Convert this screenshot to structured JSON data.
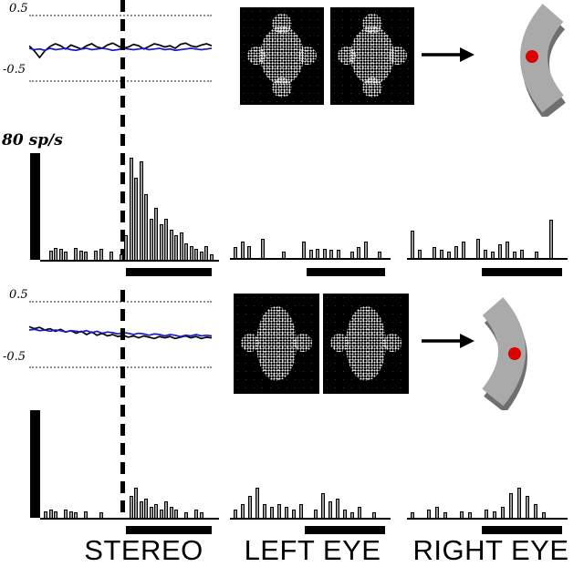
{
  "figure": {
    "scale_bar_label": "80 sp/s",
    "condition_labels": [
      "STEREO",
      "LEFT EYE",
      "RIGHT EYE"
    ],
    "colors": {
      "trace_black": "#000000",
      "trace_blue": "#1a1acd",
      "bar_fill": "#9a9a9a",
      "surface_gray": "#aaaaaa",
      "surface_edge_gray": "#6f6f6f",
      "fixation_dot_red": "#dd0000"
    }
  },
  "chart_data": [
    {
      "id": "eye_trace_top",
      "type": "line",
      "panel": "top",
      "ylim": [
        -0.5,
        0.5
      ],
      "ytick_labels": [
        "0.5",
        "-0.5"
      ],
      "grid": "dotted horizontal lines at +0.5 and -0.5",
      "onset_marker": "thick vertical dashed line",
      "series": [
        {
          "name": "eye-position-black",
          "color": "#000000",
          "values": [
            0.02,
            -0.06,
            -0.16,
            -0.06,
            0.01,
            0.05,
            0.02,
            -0.03,
            0.03,
            0.0,
            -0.03,
            0.02,
            0.05,
            0.0,
            -0.02,
            0.03,
            0.06,
            0.02,
            -0.02,
            0.0,
            0.04,
            0.02,
            -0.03,
            0.01,
            0.05,
            0.03,
            0.0,
            0.02,
            -0.02,
            0.04,
            0.06,
            0.02,
            0.0,
            0.03,
            0.05,
            0.02
          ]
        },
        {
          "name": "eye-position-blue",
          "color": "#1a1acd",
          "values": [
            -0.02,
            -0.04,
            -0.03,
            -0.05,
            -0.02,
            -0.04,
            -0.03,
            -0.02,
            -0.04,
            -0.05,
            -0.03,
            -0.02,
            -0.04,
            -0.03,
            -0.02,
            -0.03,
            -0.05,
            -0.04,
            -0.02,
            -0.03,
            -0.04,
            -0.03,
            -0.02,
            -0.04,
            -0.03,
            -0.02,
            -0.04,
            -0.03,
            -0.05,
            -0.04,
            -0.03,
            -0.02,
            -0.03,
            -0.04,
            -0.03,
            -0.02
          ]
        }
      ]
    },
    {
      "id": "psth_stereo_top",
      "type": "bar",
      "condition": "STEREO",
      "panel": "top",
      "unit": "sp/s",
      "scale_bar_value": 80,
      "values": [
        0,
        7,
        9,
        8,
        6,
        0,
        9,
        7,
        6,
        0,
        7,
        8,
        0,
        6,
        0,
        4,
        18,
        75,
        60,
        72,
        48,
        30,
        38,
        26,
        30,
        22,
        18,
        20,
        12,
        10,
        8,
        6,
        10,
        4
      ]
    },
    {
      "id": "psth_left_eye_top",
      "type": "bar",
      "condition": "LEFT EYE",
      "panel": "top",
      "unit": "sp/s",
      "values": [
        8,
        12,
        9,
        0,
        14,
        0,
        0,
        5,
        0,
        0,
        12,
        6,
        7,
        7,
        6,
        6,
        0,
        5,
        8,
        12,
        0,
        5
      ]
    },
    {
      "id": "psth_right_eye_top",
      "type": "bar",
      "condition": "RIGHT EYE",
      "panel": "top",
      "unit": "sp/s",
      "values": [
        20,
        6,
        0,
        8,
        6,
        5,
        9,
        12,
        0,
        14,
        6,
        5,
        10,
        12,
        5,
        6,
        0,
        5,
        0,
        28
      ]
    },
    {
      "id": "eye_trace_bottom",
      "type": "line",
      "panel": "bottom",
      "ylim": [
        -0.5,
        0.5
      ],
      "ytick_labels": [
        "0.5",
        "-0.5"
      ],
      "grid": "dotted horizontal lines at +0.5 and -0.5",
      "onset_marker": "thick vertical dashed line",
      "series": [
        {
          "name": "eye-position-black",
          "color": "#000000",
          "values": [
            0.1,
            0.07,
            0.09,
            0.05,
            0.07,
            0.03,
            0.06,
            0.02,
            0.04,
            0.0,
            0.03,
            -0.02,
            0.02,
            -0.03,
            0.0,
            -0.04,
            -0.02,
            -0.05,
            -0.03,
            -0.06,
            -0.04,
            -0.07,
            -0.04,
            -0.06,
            -0.08,
            -0.05,
            -0.07,
            -0.05,
            -0.08,
            -0.06,
            -0.04,
            -0.07,
            -0.05,
            -0.08,
            -0.06,
            -0.07
          ]
        },
        {
          "name": "eye-position-blue",
          "color": "#1a1acd",
          "values": [
            0.05,
            0.06,
            0.04,
            0.05,
            0.03,
            0.05,
            0.04,
            0.02,
            0.04,
            0.03,
            0.02,
            0.04,
            0.01,
            0.03,
            0.0,
            0.02,
            0.01,
            -0.01,
            0.01,
            0.0,
            -0.02,
            0.0,
            -0.01,
            -0.03,
            -0.01,
            -0.02,
            -0.04,
            -0.02,
            -0.03,
            -0.05,
            -0.03,
            -0.04,
            -0.02,
            -0.04,
            -0.03,
            -0.04
          ]
        }
      ]
    },
    {
      "id": "psth_stereo_bottom",
      "type": "bar",
      "condition": "STEREO",
      "panel": "bottom",
      "unit": "sp/s",
      "values": [
        5,
        6,
        5,
        0,
        6,
        5,
        4,
        0,
        5,
        0,
        0,
        4,
        0,
        0,
        0,
        0,
        0,
        16,
        22,
        12,
        14,
        8,
        10,
        6,
        12,
        8,
        6,
        0,
        4,
        0,
        6,
        4,
        0,
        0
      ]
    },
    {
      "id": "psth_left_eye_bottom",
      "type": "bar",
      "condition": "LEFT EYE",
      "panel": "bottom",
      "unit": "sp/s",
      "values": [
        6,
        10,
        16,
        22,
        10,
        8,
        10,
        8,
        6,
        10,
        0,
        6,
        18,
        12,
        14,
        6,
        4,
        8,
        0,
        4
      ]
    },
    {
      "id": "psth_right_eye_bottom",
      "type": "bar",
      "condition": "RIGHT EYE",
      "panel": "bottom",
      "unit": "sp/s",
      "values": [
        4,
        0,
        6,
        8,
        4,
        0,
        5,
        4,
        0,
        6,
        5,
        8,
        18,
        22,
        16,
        10,
        4,
        0
      ]
    }
  ]
}
